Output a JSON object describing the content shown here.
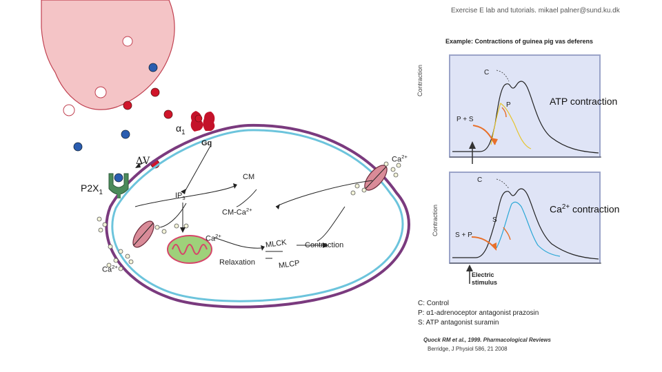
{
  "header": {
    "text": "Exercise E lab and tutorials. mikael palner@sund.ku.dk"
  },
  "cell_diagram": {
    "alpha1": "α",
    "alpha1_sub": "1",
    "gq": "Gq",
    "delta_v": "ΔV",
    "p2x1": "P2X",
    "p2x1_sub": "1",
    "ip3": "IP",
    "ip3_sub": "3",
    "cm": "CM",
    "cm_ca": "CM-Ca",
    "cm_ca_sup": "2+",
    "ca_right": "Ca",
    "ca_right_sup": "2+",
    "ca_mito": "Ca",
    "ca_mito_sup": "2+",
    "ca_left": "Ca",
    "ca_left_sup": "2+",
    "mlck": "MLCK",
    "mlcp": "MLCP",
    "relaxation": "Relaxation",
    "contraction": "Contraction"
  },
  "right_panel": {
    "title": "Example: Contractions of guinea pig vas deferens",
    "atp_contraction": "ATP contraction",
    "ca_contraction": "Ca",
    "ca_contraction_sup": "2+",
    "ca_contraction_rest": " contraction",
    "top_plot": {
      "ylabel": "Contraction",
      "c_label": "C",
      "p_label": "P",
      "stim_label": "P + S"
    },
    "bottom_plot": {
      "ylabel": "Contraction",
      "c_label": "C",
      "s_label": "S",
      "stim_label": "S + P",
      "electric": "Electric",
      "stimulus": "stimulus"
    },
    "legend": [
      "C: Control",
      "P: α1-adrenoceptor antagonist prazosin",
      "S: ATP antagonist suramin"
    ],
    "citation1": "Quock RM et al., 1999. Pharmacological Reviews",
    "citation2": "Berridge, J Physiol 586, 21 2008"
  },
  "colors": {
    "vesicle": "#f4c4c6",
    "membrane_outer": "#7a3a7e",
    "membrane_inner": "#6cc4dc",
    "ligand_red": "#d0152a",
    "ligand_blue": "#2a5db0",
    "receptor_green": "#4a8a5a",
    "panel_bg": "#dfe4f6",
    "control_curve": "#222222",
    "prazosin_curve": "#e6c530",
    "suramin_curve": "#2aa7d6",
    "arrow_orange": "#e8702a"
  }
}
